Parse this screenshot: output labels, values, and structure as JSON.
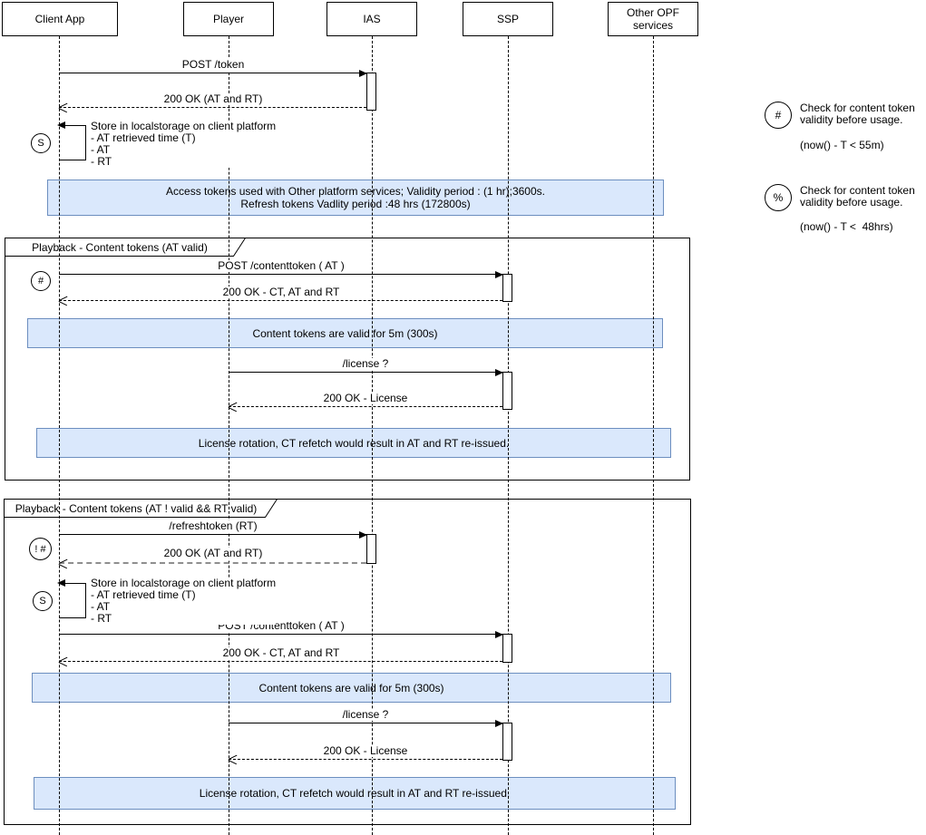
{
  "colors": {
    "note_fill": "#dae8fc",
    "note_border": "#6c8ebf",
    "line": "#000000"
  },
  "actors": [
    {
      "label": "Client App"
    },
    {
      "label": "Player"
    },
    {
      "label": "IAS"
    },
    {
      "label": "SSP"
    },
    {
      "label": "Other OPF\nservices"
    }
  ],
  "main": {
    "msg_post_token": "POST /token",
    "ret_token": "200 OK (AT and RT)",
    "self_store_marker": "S",
    "self_store_text": "Store in localstorage on client platform\n- AT retrieved time (T)\n- AT\n- RT",
    "note_access_tokens": "Access tokens used with Other platform services; Validity period : (1 hr);3600s.\nRefresh tokens Vadlity period :48 hrs (172800s)"
  },
  "frame1": {
    "title": "Playback - Content tokens (AT valid)",
    "marker": "#",
    "msg_contenttoken": "POST /contenttoken ( AT )",
    "ret_contenttoken": "200 OK - CT, AT and RT",
    "note_ct_valid": "Content tokens are valid for 5m (300s)",
    "msg_license": "/license ?",
    "ret_license": "200 OK - License",
    "note_license_rotation": "License rotation, CT refetch would result in AT and RT re-issued."
  },
  "frame2": {
    "title": "Playback - Content tokens (AT ! valid && RT valid)",
    "marker": "! #",
    "msg_refreshtoken": "/refreshtoken (RT)",
    "ret_refreshtoken": "200 OK (AT and RT)",
    "self_store_marker": "S",
    "self_store_text": "Store in localstorage on client platform\n- AT retrieved time (T)\n- AT\n- RT",
    "msg_contenttoken": "POST /contenttoken ( AT )",
    "ret_contenttoken": "200 OK - CT, AT and RT",
    "note_ct_valid": "Content tokens are valid for 5m (300s)",
    "msg_license": "/license ?",
    "ret_license": "200 OK - License",
    "note_license_rotation": "License rotation, CT refetch would result in AT and RT re-issued."
  },
  "legend": {
    "items": [
      {
        "symbol": "#",
        "text": "Check for content token\nvalidity before usage.",
        "formula": "(now() - T < 55m)"
      },
      {
        "symbol": "%",
        "text": "Check for content token\nvalidity before usage.",
        "formula": "(now() - T <  48hrs)"
      }
    ]
  }
}
